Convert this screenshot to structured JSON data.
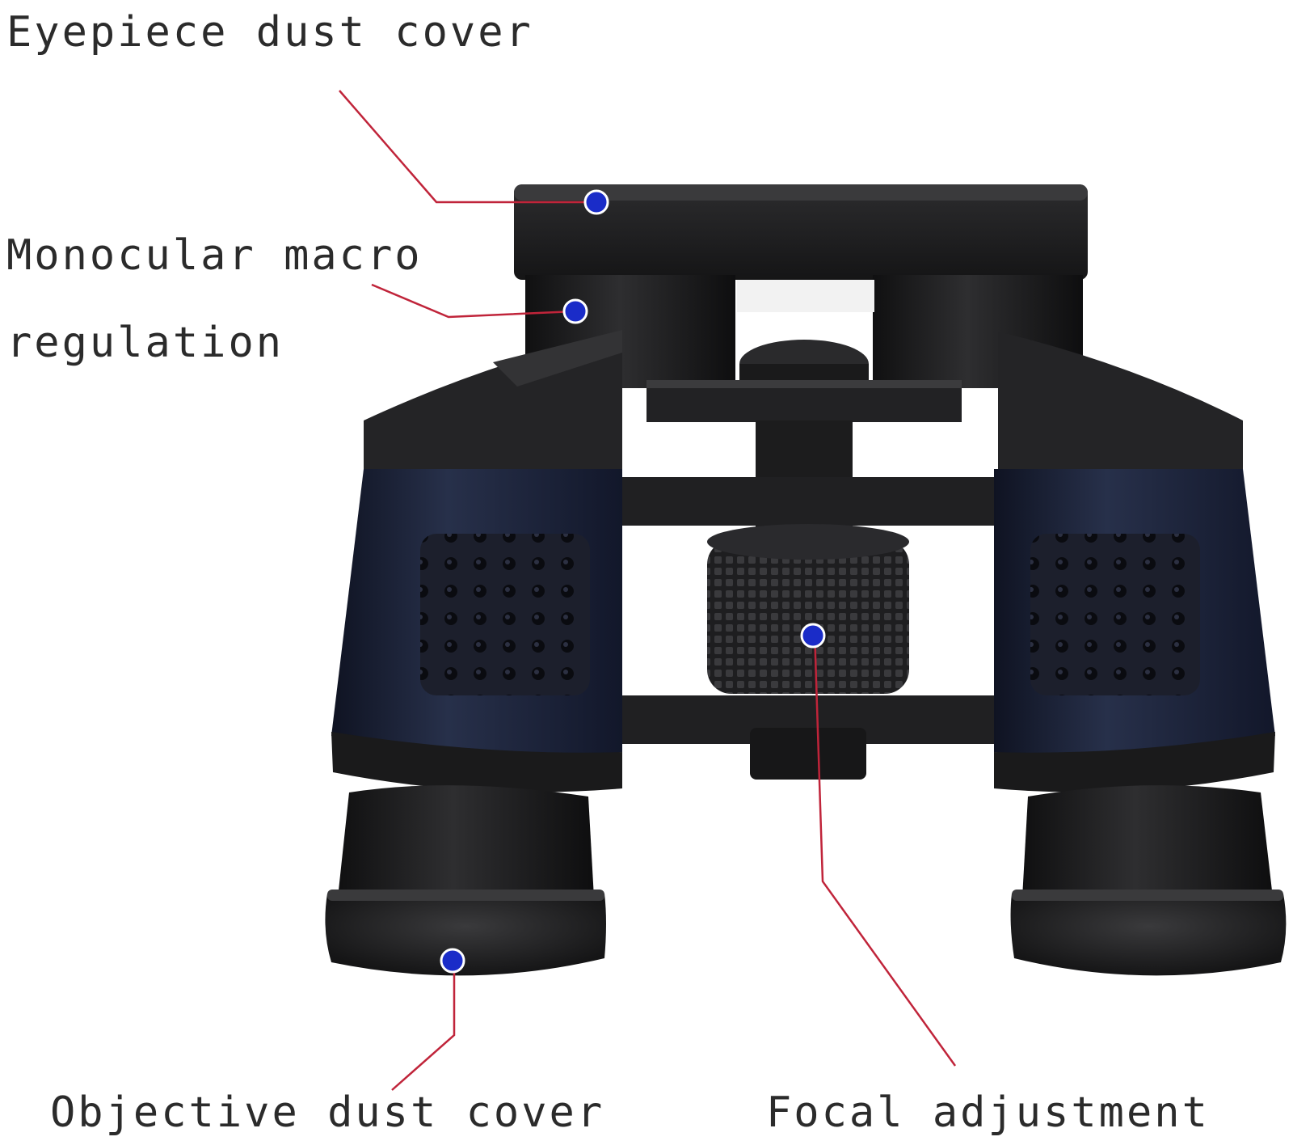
{
  "callouts": {
    "eyepiece_dust_cover": "Eyepiece dust cover",
    "monocular_macro_regulation": [
      "Monocular macro",
      "regulation"
    ],
    "objective_dust_cover": "Objective dust cover",
    "focal_adjustment": "Focal adjustment"
  },
  "colors": {
    "leader_line": "#c0243a",
    "marker_dot": "#1a2cc8",
    "body_dark": "#1b1b1d",
    "barrel_navy": "#1a1f33"
  },
  "icons": [
    "binoculars-illustration",
    "marker-dot-icon"
  ]
}
